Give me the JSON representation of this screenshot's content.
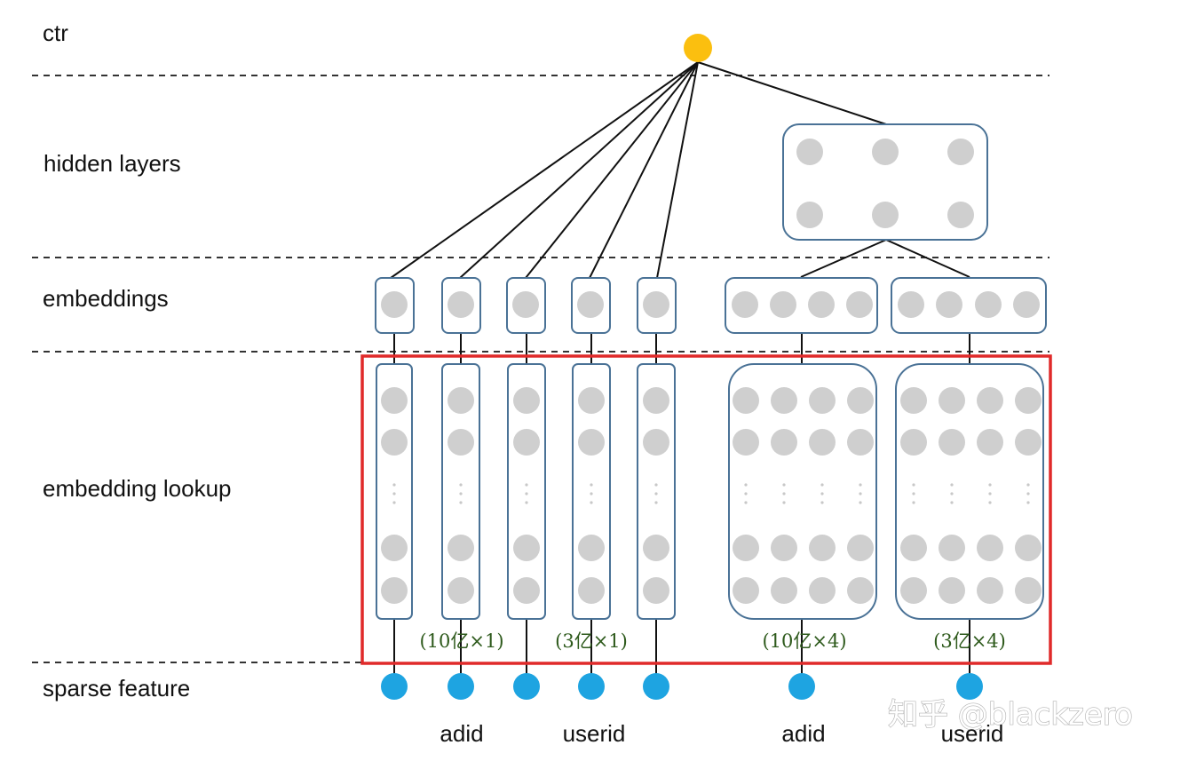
{
  "layers": {
    "ctr": "ctr",
    "hidden": "hidden layers",
    "embeddings": "embeddings",
    "lookup": "embedding lookup",
    "sparse": "sparse feature"
  },
  "features": {
    "f1": "adid",
    "f2": "userid",
    "f3": "adid",
    "f4": "userid"
  },
  "dims": {
    "d1": "(10亿×1)",
    "d2": "(3亿×1)",
    "d3": "(10亿×4)",
    "d4": "(3亿×4)"
  },
  "watermark": "知乎 @blackzero",
  "colors": {
    "output_node": "#fbbf0f",
    "input_node": "#1ea4e1",
    "hidden_node": "#cfcfcf",
    "box_border": "#4a7296",
    "highlight": "#e02a2a"
  }
}
